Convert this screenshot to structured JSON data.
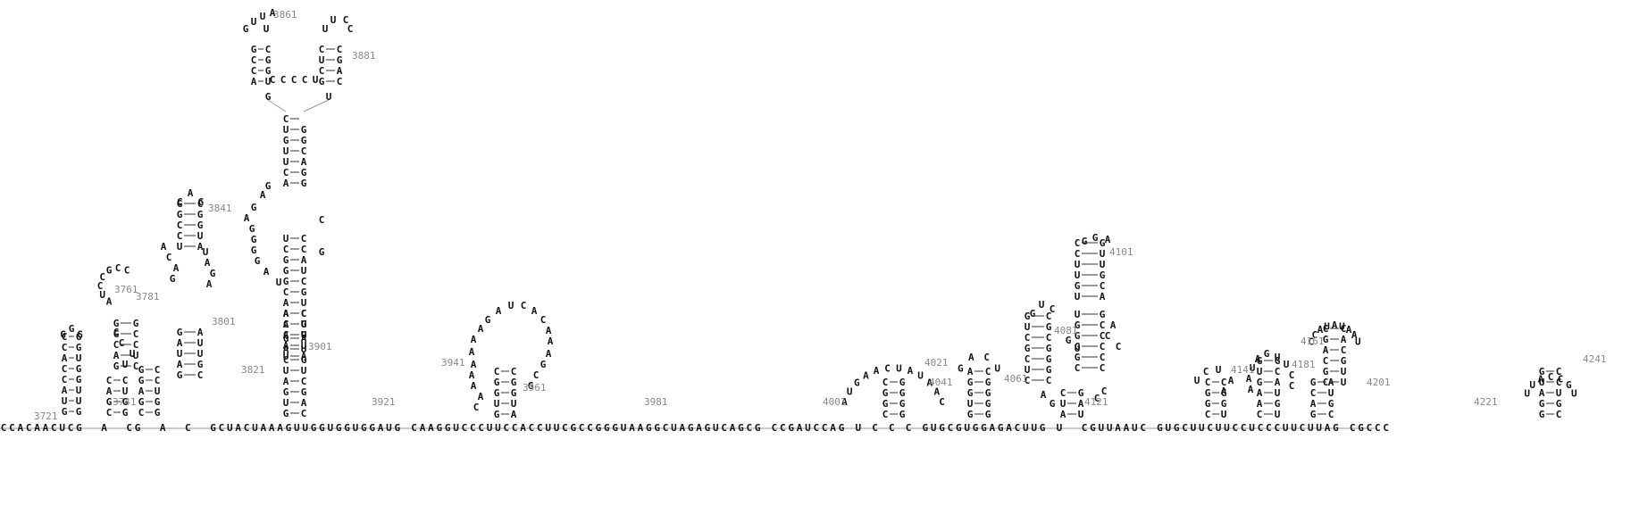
{
  "position_labels": [
    "3721",
    "3741",
    "3761",
    "3781",
    "3801",
    "3821",
    "3841",
    "3861",
    "3881",
    "3901",
    "3921",
    "3941",
    "3961",
    "3981",
    "4001",
    "4021",
    "4041",
    "4061",
    "4081",
    "4101",
    "4121",
    "4141",
    "4161",
    "4181",
    "4201",
    "4221",
    "4241"
  ],
  "backbone": {
    "sequence": "CCACAACUCG  A  CG  A  C  GCUACUAAAGUUGGUGGUGGAUG CAAGGUCCCUUCCACCUUCGCCGGGUAAGGCUAGAGUCAGCG CCGAUCCAG U C C C GUGCGUGGAGACUUG U  CGUUAAUC GUGCUUCUUCCUCCCUUCUUAG CGCCC"
  },
  "colors": {
    "nucleotide": "#111111",
    "position": "#888888",
    "line": "#999999",
    "pair": "#333333"
  }
}
